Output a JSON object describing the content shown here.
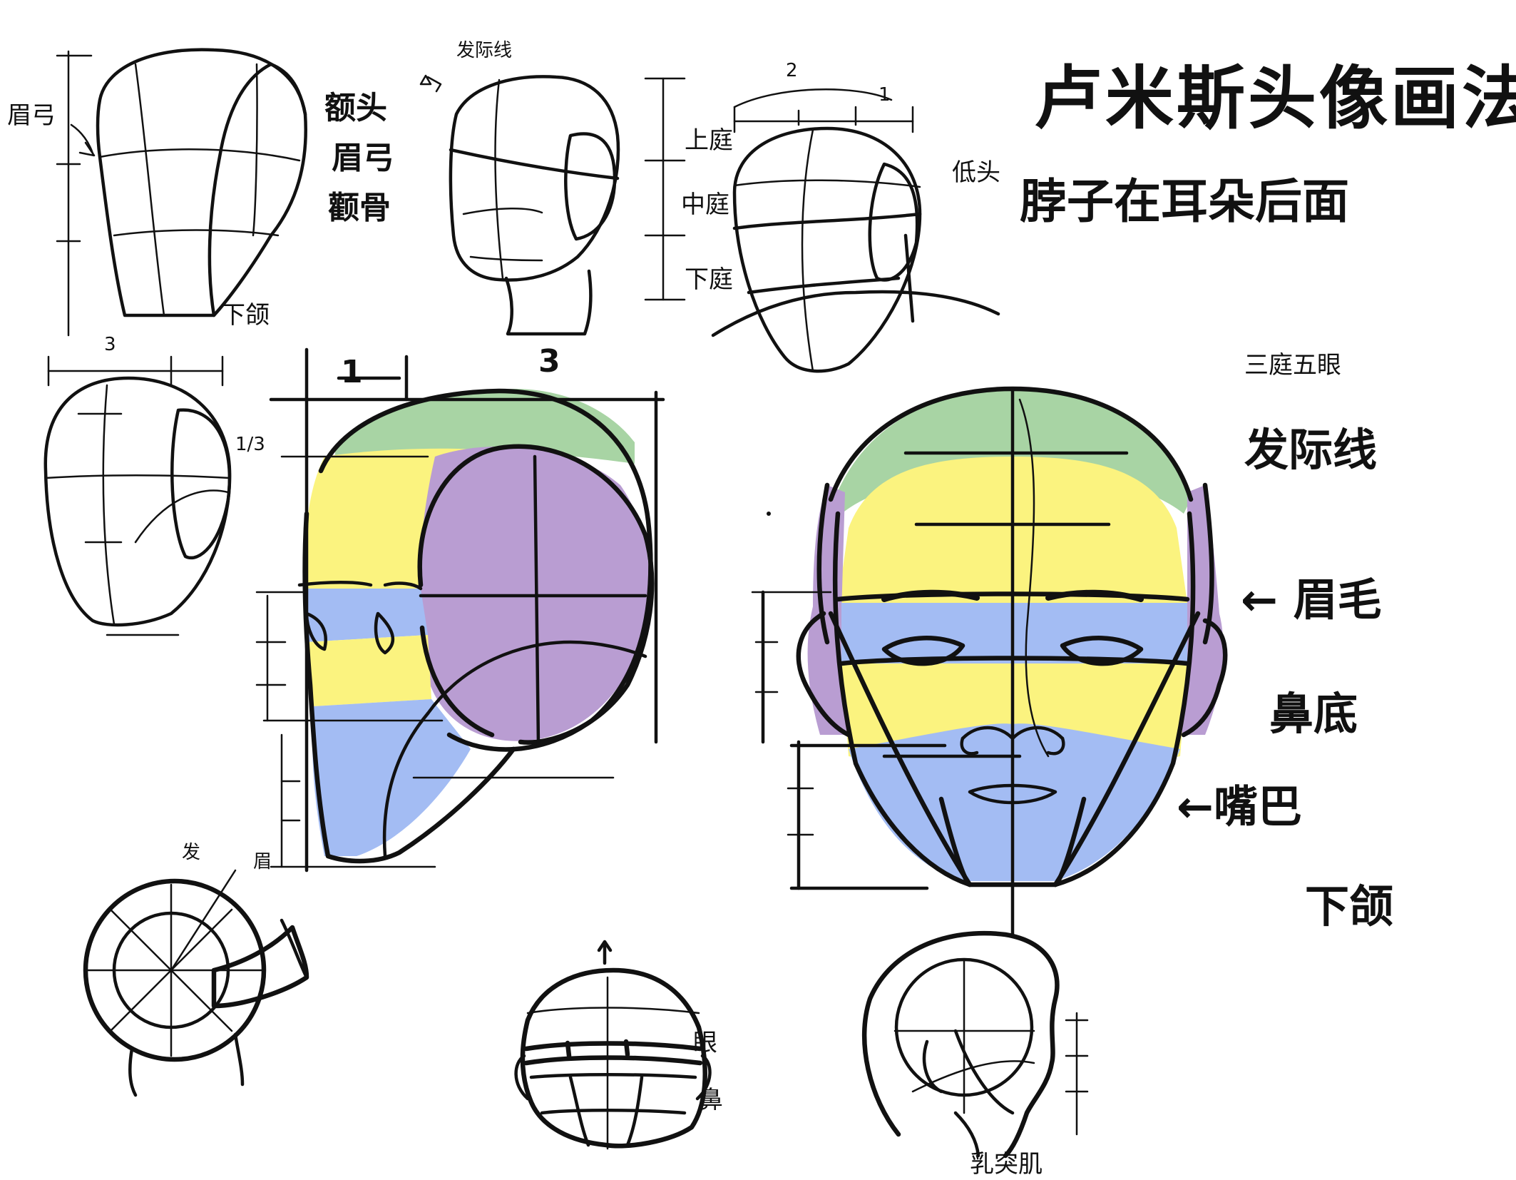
{
  "title": "卢米斯头像画法",
  "note": {
    "prefix": "低头",
    "text": "脖子在耳朵后面"
  },
  "labels": {
    "brow_ridge": "眉弓",
    "forehead_brow_cheek": [
      "额头",
      "眉弓",
      "颧骨"
    ],
    "lower_jaw": "下颌",
    "hairline_top": "发际线",
    "upper_court": "上庭",
    "middle_court": "中庭",
    "lower_court": "下庭",
    "top_num_2": "2",
    "top_num_1": "1",
    "side_num_3": "3",
    "side_num_frac": "1/3",
    "side_big_1": "1",
    "side_big_3": "3",
    "three_courts_five_eyes": "三庭五眼",
    "hairline": "发际线",
    "eyebrow": "← 眉毛",
    "nose_bottom": "鼻底",
    "mouth": "←嘴巴",
    "jaw_bottom": "下颌",
    "hair_mark": "发",
    "brow_mark": "眉",
    "eye_mark": "眼",
    "nose_mark": "鼻",
    "scm": "乳突肌"
  },
  "colors": {
    "green": "#a8d4a4",
    "yellow": "#fbf37f",
    "purple": "#b99dd2",
    "blue": "#a3bcf3",
    "ink": "#111111"
  }
}
